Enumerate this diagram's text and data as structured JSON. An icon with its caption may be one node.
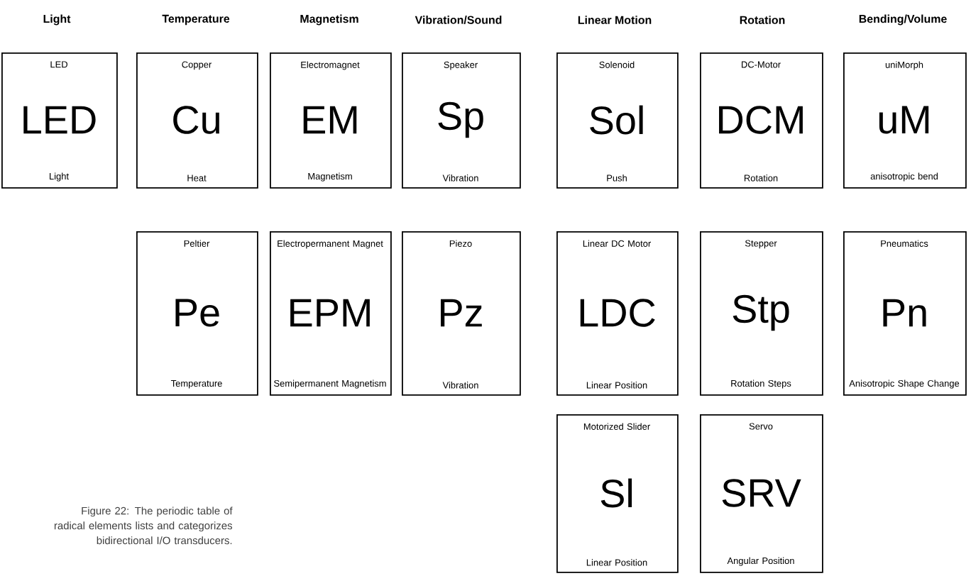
{
  "diagram": {
    "caption": "Figure 22: The periodic table of radical elements lists and categorizes bidirectional I/O transducers.",
    "nodes": [
      {
        "text": [
          "LED",
          "LED",
          "Light"
        ]
      },
      {
        "text": [
          "Copper",
          "Cu",
          "Heat"
        ]
      },
      {
        "text": [
          "Electromagnet",
          "EM",
          "Magnetism"
        ]
      },
      {
        "text": [
          "Speaker",
          "Sp",
          "Vibration"
        ]
      },
      {
        "text": [
          "Solenoid",
          "Sol",
          "Push"
        ]
      },
      {
        "text": [
          "DC-Motor",
          "DCM",
          "Rotation"
        ]
      },
      {
        "text": [
          "uniMorph",
          "uM",
          "anisotropic bend"
        ]
      },
      {
        "text": [
          "Peltier",
          "Pe",
          "Temperature"
        ]
      },
      {
        "text": [
          "Electropermanent Magnet",
          "EPM",
          "Semipermanent Magnetism"
        ]
      },
      {
        "text": [
          "Piezo",
          "Pz",
          "Vibration"
        ]
      },
      {
        "text": [
          "Linear DC Motor",
          "LDC",
          "Linear Position"
        ]
      },
      {
        "text": [
          "Stepper",
          "Stp",
          "Rotation Steps"
        ]
      },
      {
        "text": [
          "Pneumatics",
          "Pn",
          "Anisotropic Shape Change"
        ]
      },
      {
        "text": [
          "Motorized Slider",
          "Sl",
          "Linear Position"
        ]
      },
      {
        "text": [
          "Servo",
          "SRV",
          "Angular Position"
        ]
      }
    ],
    "labels": [
      "Light",
      "Temperature",
      "Magnetism",
      "Vibration/Sound",
      "Linear Motion",
      "Rotation",
      "Bending/Volume"
    ]
  }
}
